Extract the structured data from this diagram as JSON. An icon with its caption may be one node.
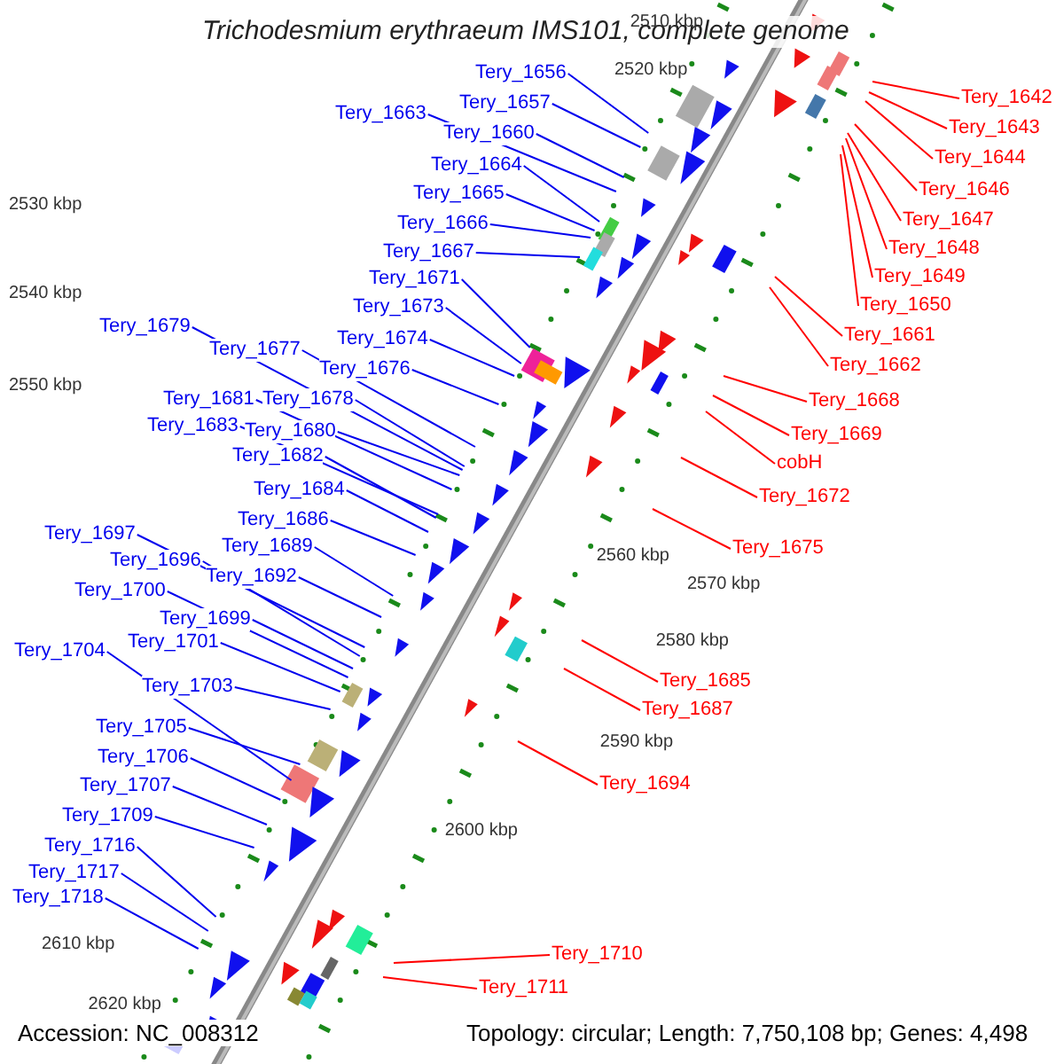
{
  "diagram": {
    "title": "Trichodesmium erythraeum IMS101, complete genome",
    "nodes": [
      {
        "text": [
          "Tery_1656"
        ]
      },
      {
        "text": [
          "Tery_1642"
        ]
      },
      {
        "text": [
          "Tery_1657"
        ]
      },
      {
        "text": [
          "Tery_1663"
        ]
      },
      {
        "text": [
          "Tery_1643"
        ]
      },
      {
        "text": [
          "Tery_1660"
        ]
      },
      {
        "text": [
          "Tery_1644"
        ]
      },
      {
        "text": [
          "Tery_1664"
        ]
      },
      {
        "text": [
          "Tery_1646"
        ]
      },
      {
        "text": [
          "Tery_1665"
        ]
      },
      {
        "text": [
          "Tery_1647"
        ]
      },
      {
        "text": [
          "Tery_1666"
        ]
      },
      {
        "text": [
          "Tery_1648"
        ]
      },
      {
        "text": [
          "Tery_1667"
        ]
      },
      {
        "text": [
          "Tery_1649"
        ]
      },
      {
        "text": [
          "Tery_1671"
        ]
      },
      {
        "text": [
          "Tery_1650"
        ]
      },
      {
        "text": [
          "Tery_1673"
        ]
      },
      {
        "text": [
          "Tery_1679"
        ]
      },
      {
        "text": [
          "Tery_1661"
        ]
      },
      {
        "text": [
          "Tery_1674"
        ]
      },
      {
        "text": [
          "Tery_1677"
        ]
      },
      {
        "text": [
          "Tery_1662"
        ]
      },
      {
        "text": [
          "Tery_1676"
        ]
      },
      {
        "text": [
          "Tery_1681"
        ]
      },
      {
        "text": [
          "Tery_1678"
        ]
      },
      {
        "text": [
          "Tery_1668"
        ]
      },
      {
        "text": [
          "Tery_1683"
        ]
      },
      {
        "text": [
          "Tery_1680"
        ]
      },
      {
        "text": [
          "Tery_1669"
        ]
      },
      {
        "text": [
          "Tery_1682"
        ]
      },
      {
        "text": [
          "cobH"
        ]
      },
      {
        "text": [
          "Tery_1684"
        ]
      },
      {
        "text": [
          "Tery_1672"
        ]
      },
      {
        "text": [
          "Tery_1686"
        ]
      },
      {
        "text": [
          "Tery_1697"
        ]
      },
      {
        "text": [
          "Tery_1689"
        ]
      },
      {
        "text": [
          "Tery_1675"
        ]
      },
      {
        "text": [
          "Tery_1696"
        ]
      },
      {
        "text": [
          "Tery_1692"
        ]
      },
      {
        "text": [
          "Tery_1700"
        ]
      },
      {
        "text": [
          "Tery_1699"
        ]
      },
      {
        "text": [
          "Tery_1701"
        ]
      },
      {
        "text": [
          "Tery_1704"
        ]
      },
      {
        "text": [
          "Tery_1685"
        ]
      },
      {
        "text": [
          "Tery_1703"
        ]
      },
      {
        "text": [
          "Tery_1687"
        ]
      },
      {
        "text": [
          "Tery_1705"
        ]
      },
      {
        "text": [
          "Tery_1706"
        ]
      },
      {
        "text": [
          "Tery_1694"
        ]
      },
      {
        "text": [
          "Tery_1707"
        ]
      },
      {
        "text": [
          "Tery_1709"
        ]
      },
      {
        "text": [
          "Tery_1716"
        ]
      },
      {
        "text": [
          "Tery_1717"
        ]
      },
      {
        "text": [
          "Tery_1718"
        ]
      },
      {
        "text": [
          "Tery_1710"
        ]
      },
      {
        "text": [
          "Tery_1711"
        ]
      }
    ],
    "edges": [
      {
        "from": 0,
        "to": null,
        "arrow": "none"
      },
      {
        "from": 1,
        "to": null,
        "arrow": "none",
        "color": "#ff0000"
      },
      {
        "from": 2,
        "to": null,
        "arrow": "none"
      },
      {
        "from": 3,
        "to": null,
        "arrow": "none"
      },
      {
        "from": 4,
        "to": null,
        "arrow": "none",
        "color": "#ff0000"
      },
      {
        "from": 5,
        "to": null,
        "arrow": "none"
      },
      {
        "from": 6,
        "to": null,
        "arrow": "none",
        "color": "#ff0000"
      },
      {
        "from": 7,
        "to": null,
        "arrow": "none"
      },
      {
        "from": 8,
        "to": null,
        "arrow": "none",
        "color": "#ff0000"
      },
      {
        "from": 9,
        "to": null,
        "arrow": "none"
      },
      {
        "from": 10,
        "to": null,
        "arrow": "none",
        "color": "#ff0000"
      },
      {
        "from": 11,
        "to": null,
        "arrow": "none"
      },
      {
        "from": 12,
        "to": null,
        "arrow": "none",
        "color": "#ff0000"
      },
      {
        "from": 13,
        "to": null,
        "arrow": "none"
      },
      {
        "from": 14,
        "to": null,
        "arrow": "none",
        "color": "#ff0000"
      },
      {
        "from": 15,
        "to": null,
        "arrow": "none"
      },
      {
        "from": 16,
        "to": null,
        "arrow": "none",
        "color": "#ff0000"
      },
      {
        "from": 17,
        "to": null,
        "arrow": "none"
      },
      {
        "from": 18,
        "to": null,
        "arrow": "none"
      },
      {
        "from": 19,
        "to": null,
        "arrow": "none",
        "color": "#ff0000"
      },
      {
        "from": 20,
        "to": null,
        "arrow": "none"
      },
      {
        "from": 21,
        "to": null,
        "arrow": "none"
      },
      {
        "from": 22,
        "to": null,
        "arrow": "none",
        "color": "#ff0000"
      },
      {
        "from": 23,
        "to": null,
        "arrow": "none"
      },
      {
        "from": 24,
        "to": null,
        "arrow": "none"
      },
      {
        "from": 25,
        "to": null,
        "arrow": "none"
      },
      {
        "from": 26,
        "to": null,
        "arrow": "none",
        "color": "#ff0000"
      },
      {
        "from": 27,
        "to": null,
        "arrow": "none"
      },
      {
        "from": 28,
        "to": null,
        "arrow": "none"
      },
      {
        "from": 29,
        "to": null,
        "arrow": "none",
        "color": "#ff0000"
      },
      {
        "from": 30,
        "to": null,
        "arrow": "none"
      },
      {
        "from": 31,
        "to": null,
        "arrow": "none",
        "color": "#ff0000"
      },
      {
        "from": 32,
        "to": null,
        "arrow": "none"
      },
      {
        "from": 33,
        "to": null,
        "arrow": "none",
        "color": "#ff0000"
      },
      {
        "from": 34,
        "to": null,
        "arrow": "none"
      },
      {
        "from": 35,
        "to": null,
        "arrow": "none"
      },
      {
        "from": 36,
        "to": null,
        "arrow": "none"
      },
      {
        "from": 37,
        "to": null,
        "arrow": "none",
        "color": "#ff0000"
      },
      {
        "from": 38,
        "to": null,
        "arrow": "none"
      },
      {
        "from": 39,
        "to": null,
        "arrow": "none"
      },
      {
        "from": 40,
        "to": null,
        "arrow": "none"
      },
      {
        "from": 41,
        "to": null,
        "arrow": "none"
      },
      {
        "from": 42,
        "to": null,
        "arrow": "none"
      },
      {
        "from": 43,
        "to": null,
        "arrow": "none"
      },
      {
        "from": 44,
        "to": null,
        "arrow": "none",
        "color": "#ff0000"
      },
      {
        "from": 45,
        "to": null,
        "arrow": "none"
      },
      {
        "from": 46,
        "to": null,
        "arrow": "none",
        "color": "#ff0000"
      },
      {
        "from": 47,
        "to": null,
        "arrow": "none"
      },
      {
        "from": 48,
        "to": null,
        "arrow": "none"
      },
      {
        "from": 49,
        "to": null,
        "arrow": "none",
        "color": "#ff0000"
      },
      {
        "from": 50,
        "to": null,
        "arrow": "none"
      },
      {
        "from": 51,
        "to": null,
        "arrow": "none"
      },
      {
        "from": 52,
        "to": null,
        "arrow": "none"
      },
      {
        "from": 53,
        "to": null,
        "arrow": "none"
      },
      {
        "from": 54,
        "to": null,
        "arrow": "none"
      },
      {
        "from": 55,
        "to": null,
        "arrow": "none",
        "color": "#ff0000"
      },
      {
        "from": 56,
        "to": null,
        "arrow": "none",
        "color": "#ff0000"
      }
    ],
    "labels": [
      "2510 kbp",
      "2520 kbp",
      "2530 kbp",
      "2540 kbp",
      "2550 kbp",
      "2560 kbp",
      "2570 kbp",
      "2580 kbp",
      "2590 kbp",
      "2600 kbp",
      "2610 kbp",
      "2620 kbp",
      "Accession: NC_008312",
      "Topology: circular; Length: 7,750,108 bp; Genes: 4,498"
    ]
  }
}
